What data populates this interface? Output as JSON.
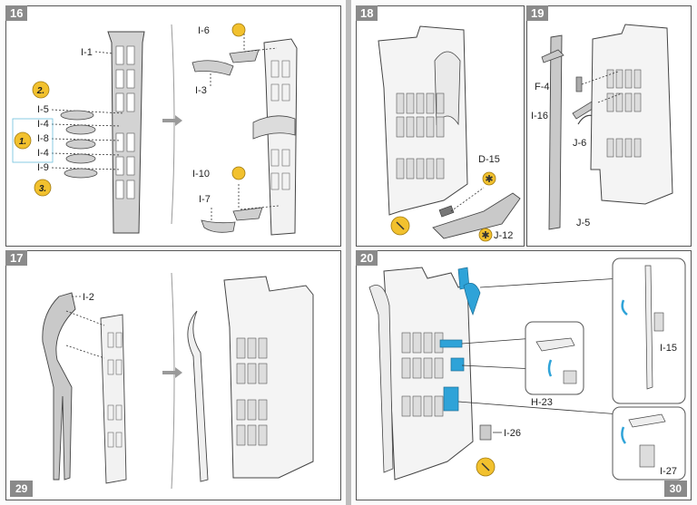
{
  "pages": {
    "left_number": "29",
    "right_number": "30"
  },
  "steps": {
    "s16": {
      "number": "16",
      "parts_left": [
        "I-1",
        "I-5",
        "I-4",
        "I-8",
        "I-4",
        "I-9"
      ],
      "order_badges": [
        "2.",
        "1.",
        "3."
      ],
      "parts_right": [
        "I-6",
        "I-3",
        "I-10",
        "I-7"
      ]
    },
    "s17": {
      "number": "17",
      "parts": [
        "I-2"
      ]
    },
    "s18": {
      "number": "18",
      "parts": [
        "D-15",
        "J-12"
      ]
    },
    "s19": {
      "number": "19",
      "parts": [
        "F-4",
        "I-16",
        "J-6",
        "J-5"
      ]
    },
    "s20": {
      "number": "20",
      "parts": [
        "H-23",
        "I-15",
        "I-26",
        "I-27"
      ]
    }
  },
  "colors": {
    "accent_yellow": "#f2c12e",
    "accent_blue": "#2fa3d8",
    "part_grey": "#c9c9c9",
    "panel_border": "#555555"
  }
}
